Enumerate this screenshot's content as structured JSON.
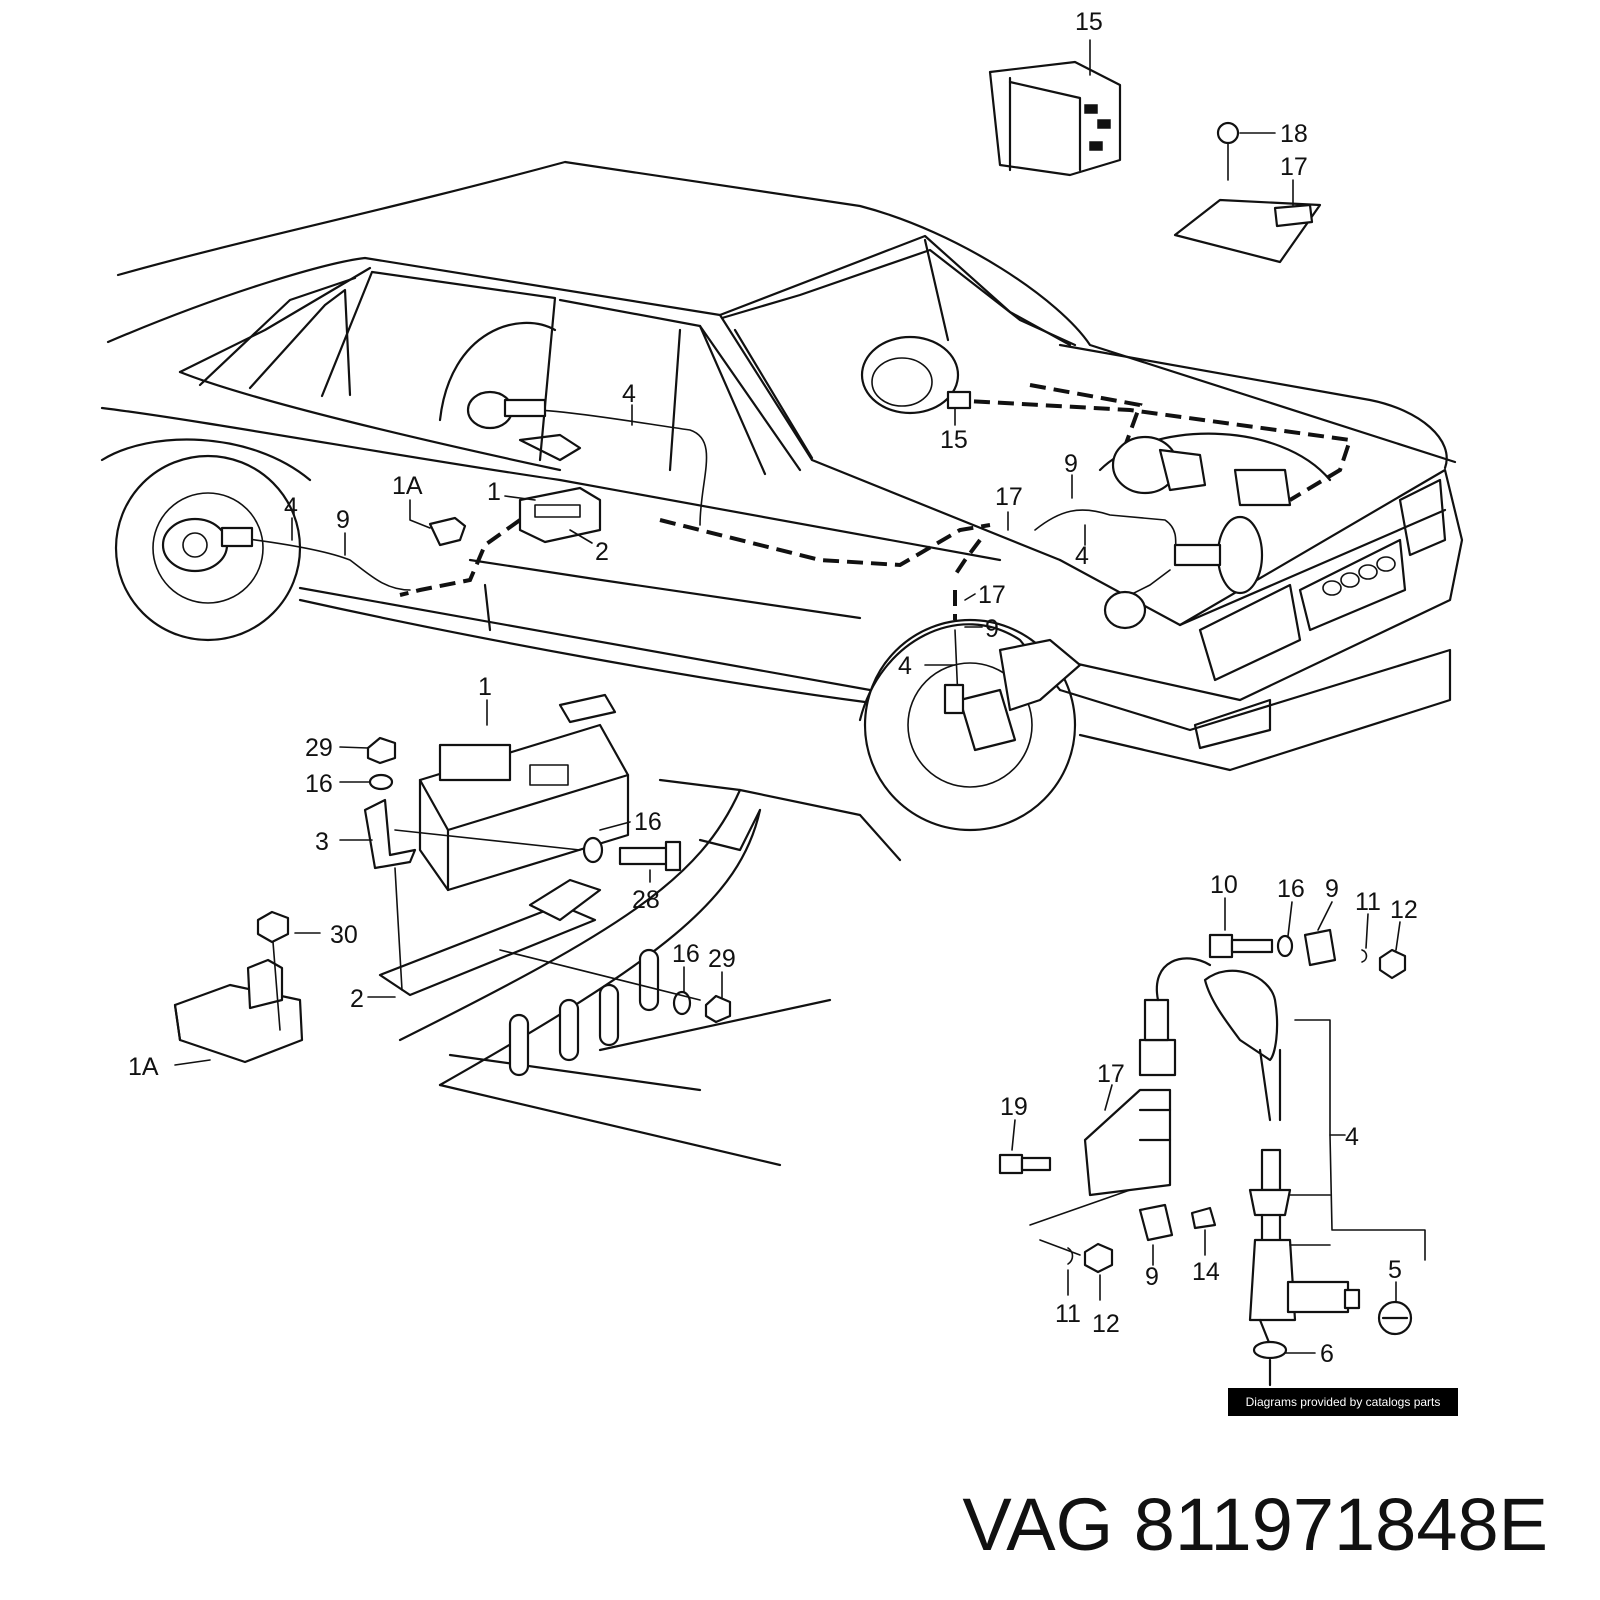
{
  "title": {
    "brand": "VAG",
    "part_number": "811971848E"
  },
  "credit": "Diagrams provided by catalogs parts",
  "callouts": {
    "c15_top": "15",
    "c18": "18",
    "c17_top": "17",
    "c4_rear": "4",
    "c1a_car": "1A",
    "c1_car": "1",
    "c4_left": "4",
    "c9_left": "9",
    "c2_car": "2",
    "c15_mid": "15",
    "c9_mid": "9",
    "c17_mid": "17",
    "c4_mid": "4",
    "c17_lower": "17",
    "c9_lower": "9",
    "c4_lower": "4",
    "c1_battery": "1",
    "c29_a": "29",
    "c16_a": "16",
    "c3": "3",
    "c16_b": "16",
    "c28": "28",
    "c30": "30",
    "c16_c": "16",
    "c29_b": "29",
    "c2_bracket": "2",
    "c1a_box": "1A",
    "c10": "10",
    "c16_d": "16",
    "c9_d": "9",
    "c11_a": "11",
    "c12_a": "12",
    "c17_d": "17",
    "c19": "19",
    "c4_right": "4",
    "c9_e": "9",
    "c14": "14",
    "c5": "5",
    "c11_b": "11",
    "c12_b": "12",
    "c6": "6"
  }
}
